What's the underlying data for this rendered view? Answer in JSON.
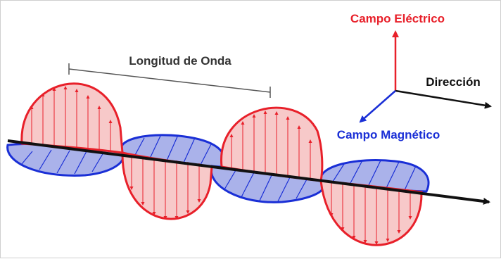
{
  "labels": {
    "wavelength": "Longitud de Onda",
    "electric_field": "Campo Eléctrico",
    "direction": "Dirección",
    "magnetic_field": "Campo Magnético"
  },
  "colors": {
    "electric": "#e8202a",
    "electric_fill": "#f7c9c9",
    "magnetic": "#1a2fd6",
    "magnetic_fill": "#aab2ea",
    "axis": "#111111",
    "wavelength_bracket": "#555555",
    "label_text": "#333333"
  }
}
